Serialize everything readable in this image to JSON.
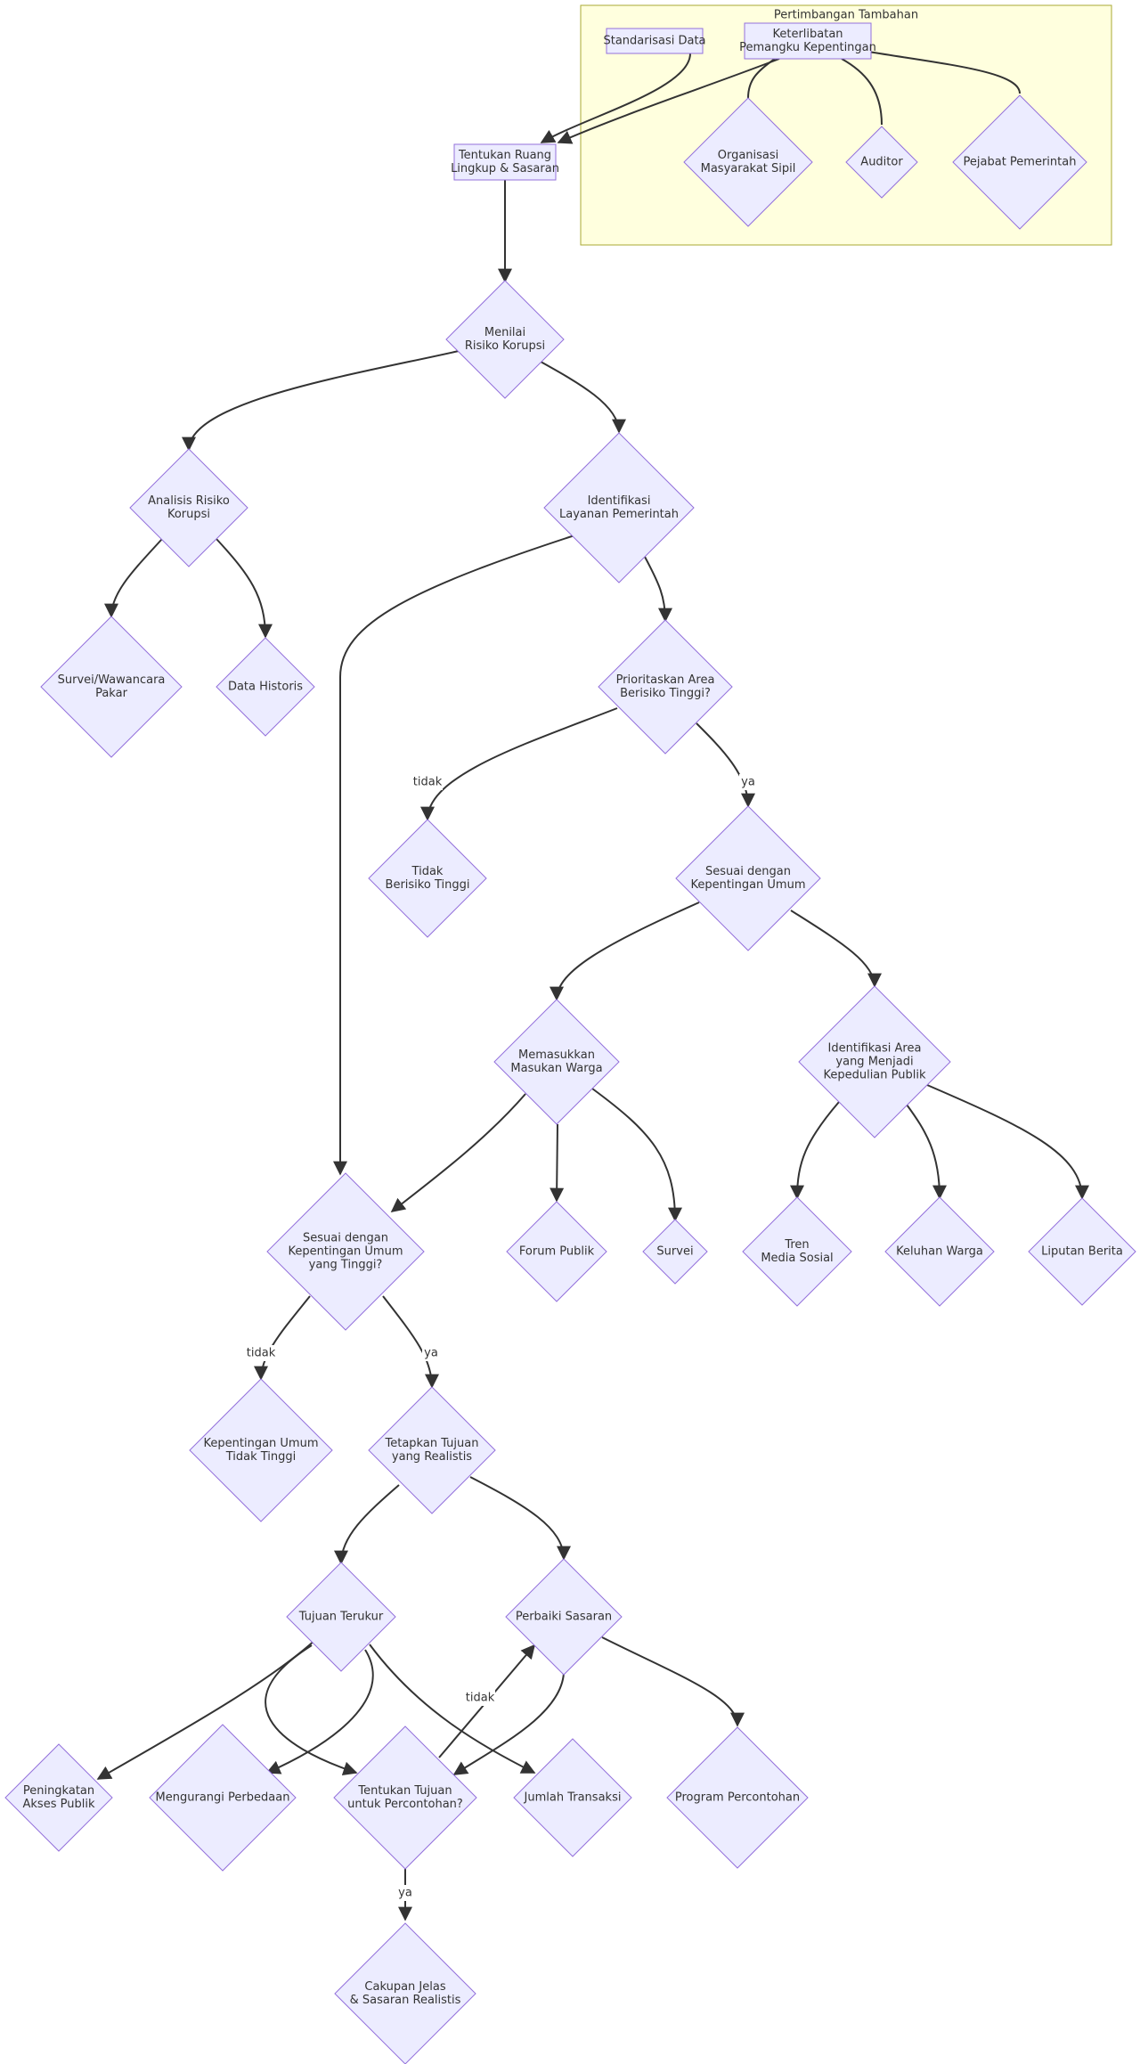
{
  "colors": {
    "node_fill": "#ececff",
    "node_stroke": "#9370db",
    "edge": "#333333",
    "cluster_fill": "#ffffde",
    "cluster_stroke": "#aaaa33",
    "label_bg": "#ffffff"
  },
  "cluster": {
    "title": "Pertimbangan Tambahan"
  },
  "nodes": {
    "standarisasi": {
      "shape": "rect",
      "label": [
        "Standarisasi Data"
      ]
    },
    "keterlibatan": {
      "shape": "rect",
      "label": [
        "Keterlibatan",
        "Pemangku Kepentingan"
      ]
    },
    "organisasi": {
      "shape": "diamond",
      "label": [
        "Organisasi",
        "Masyarakat Sipil"
      ]
    },
    "auditor": {
      "shape": "diamond",
      "label": [
        "Auditor"
      ]
    },
    "pejabat": {
      "shape": "diamond",
      "label": [
        "Pejabat Pemerintah"
      ]
    },
    "ruang_lingkup": {
      "shape": "rect",
      "label": [
        "Tentukan Ruang",
        "Lingkup & Sasaran"
      ]
    },
    "menilai": {
      "shape": "diamond",
      "label": [
        "Menilai",
        "Risiko Korupsi"
      ]
    },
    "analisis": {
      "shape": "diamond",
      "label": [
        "Analisis Risiko",
        "Korupsi"
      ]
    },
    "identifikasi_layanan": {
      "shape": "diamond",
      "label": [
        "Identifikasi",
        "Layanan Pemerintah"
      ]
    },
    "survei_pakar": {
      "shape": "diamond",
      "label": [
        "Survei/Wawancara",
        "Pakar"
      ]
    },
    "data_historis": {
      "shape": "diamond",
      "label": [
        "Data Historis"
      ]
    },
    "prioritaskan": {
      "shape": "diamond",
      "label": [
        "Prioritaskan Area",
        "Berisiko Tinggi?"
      ]
    },
    "tidak_berisiko": {
      "shape": "diamond",
      "label": [
        "Tidak",
        "Berisiko Tinggi"
      ]
    },
    "sesuai_kepentingan": {
      "shape": "diamond",
      "label": [
        "Sesuai dengan",
        "Kepentingan Umum"
      ]
    },
    "masukan_warga": {
      "shape": "diamond",
      "label": [
        "Memasukkan",
        "Masukan Warga"
      ]
    },
    "area_kepedulian": {
      "shape": "diamond",
      "label": [
        "Identifikasi Area",
        "yang Menjadi",
        "Kepedulian Publik"
      ]
    },
    "sesuai_tinggi": {
      "shape": "diamond",
      "label": [
        "Sesuai dengan",
        "Kepentingan Umum",
        "yang Tinggi?"
      ]
    },
    "forum_publik": {
      "shape": "diamond",
      "label": [
        "Forum Publik"
      ]
    },
    "survei": {
      "shape": "diamond",
      "label": [
        "Survei"
      ]
    },
    "tren_media": {
      "shape": "diamond",
      "label": [
        "Tren",
        "Media Sosial"
      ]
    },
    "keluhan_warga": {
      "shape": "diamond",
      "label": [
        "Keluhan Warga"
      ]
    },
    "liputan_berita": {
      "shape": "diamond",
      "label": [
        "Liputan Berita"
      ]
    },
    "kepentingan_tidak_tinggi": {
      "shape": "diamond",
      "label": [
        "Kepentingan Umum",
        "Tidak Tinggi"
      ]
    },
    "tetapkan_tujuan": {
      "shape": "diamond",
      "label": [
        "Tetapkan Tujuan",
        "yang Realistis"
      ]
    },
    "tujuan_terukur": {
      "shape": "diamond",
      "label": [
        "Tujuan Terukur"
      ]
    },
    "perbaiki_sasaran": {
      "shape": "diamond",
      "label": [
        "Perbaiki Sasaran"
      ]
    },
    "peningkatan_akses": {
      "shape": "diamond",
      "label": [
        "Peningkatan",
        "Akses Publik"
      ]
    },
    "mengurangi_perbedaan": {
      "shape": "diamond",
      "label": [
        "Mengurangi Perbedaan"
      ]
    },
    "tentukan_percontohan": {
      "shape": "diamond",
      "label": [
        "Tentukan Tujuan",
        "untuk Percontohan?"
      ]
    },
    "jumlah_transaksi": {
      "shape": "diamond",
      "label": [
        "Jumlah Transaksi"
      ]
    },
    "program_percontohan": {
      "shape": "diamond",
      "label": [
        "Program Percontohan"
      ]
    },
    "cakupan_jelas": {
      "shape": "diamond",
      "label": [
        "Cakupan Jelas",
        "& Sasaran Realistis"
      ]
    }
  },
  "edge_labels": {
    "tidak": "tidak",
    "ya": "ya"
  }
}
